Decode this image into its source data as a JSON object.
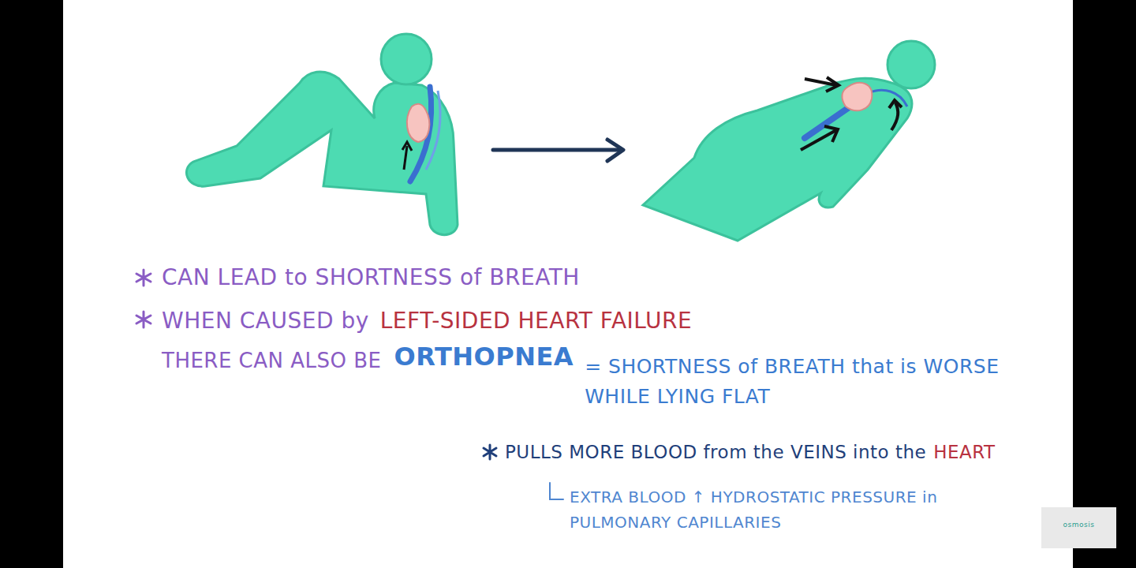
{
  "diagram": {
    "labels": [
      "CAN LEAD to SHORTNESS of BREATH",
      "WHEN CAUSED by",
      "LEFT-SIDED HEART FAILURE",
      "THERE CAN ALSO BE",
      "ORTHOPNEA",
      "= SHORTNESS of BREATH that is WORSE WHILE LYING FLAT",
      "PULLS MORE BLOOD from the VEINS into the",
      "HEART",
      "EXTRA BLOOD ↑ HYDROSTATIC PRESSURE in PULMONARY CAPILLARIES",
      "osmosis"
    ]
  }
}
